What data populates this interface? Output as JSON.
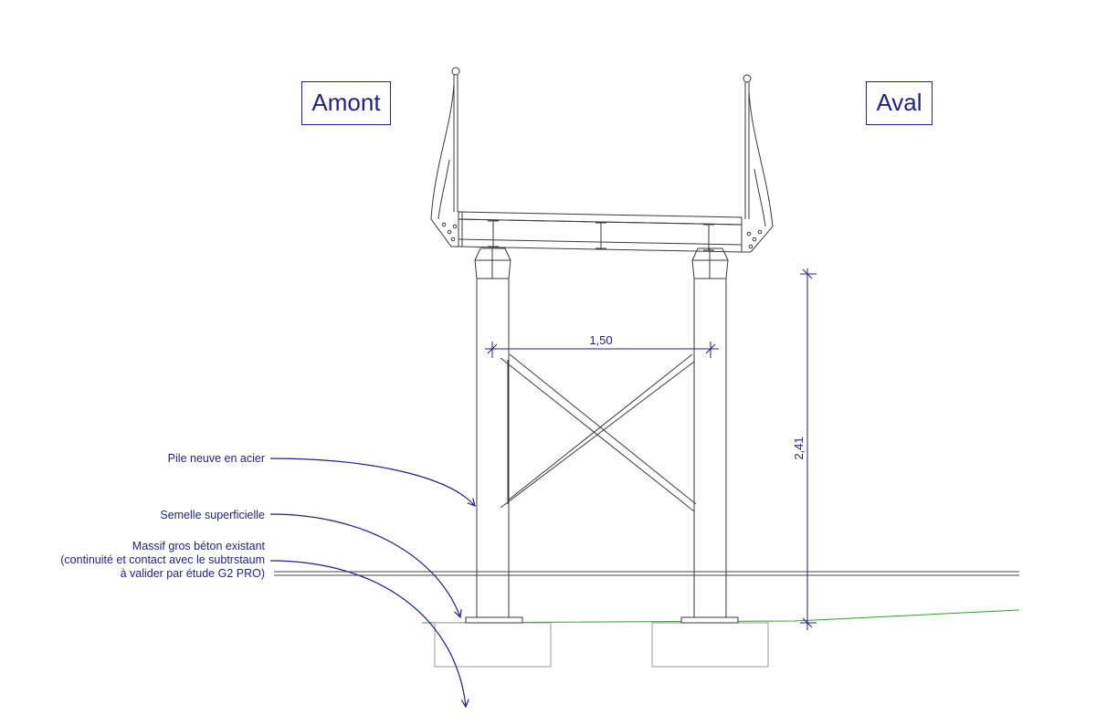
{
  "labels": {
    "amont": "Amont",
    "aval": "Aval"
  },
  "dimensions": {
    "horizontal": "1,50",
    "vertical": "2,41"
  },
  "annotations": {
    "pile": "Pile neuve en acier",
    "semelle": "Semelle superficielle",
    "massif_line1": "Massif gros béton existant",
    "massif_line2": "(continuité et  contact avec le subtrstaum",
    "massif_line3": "à valider par étude G2 PRO)"
  },
  "colors": {
    "annotation": "#1f1f8f",
    "structure": "#3a3a3a",
    "ground": "#2e9e2e",
    "foundation": "#9a9a9a"
  }
}
